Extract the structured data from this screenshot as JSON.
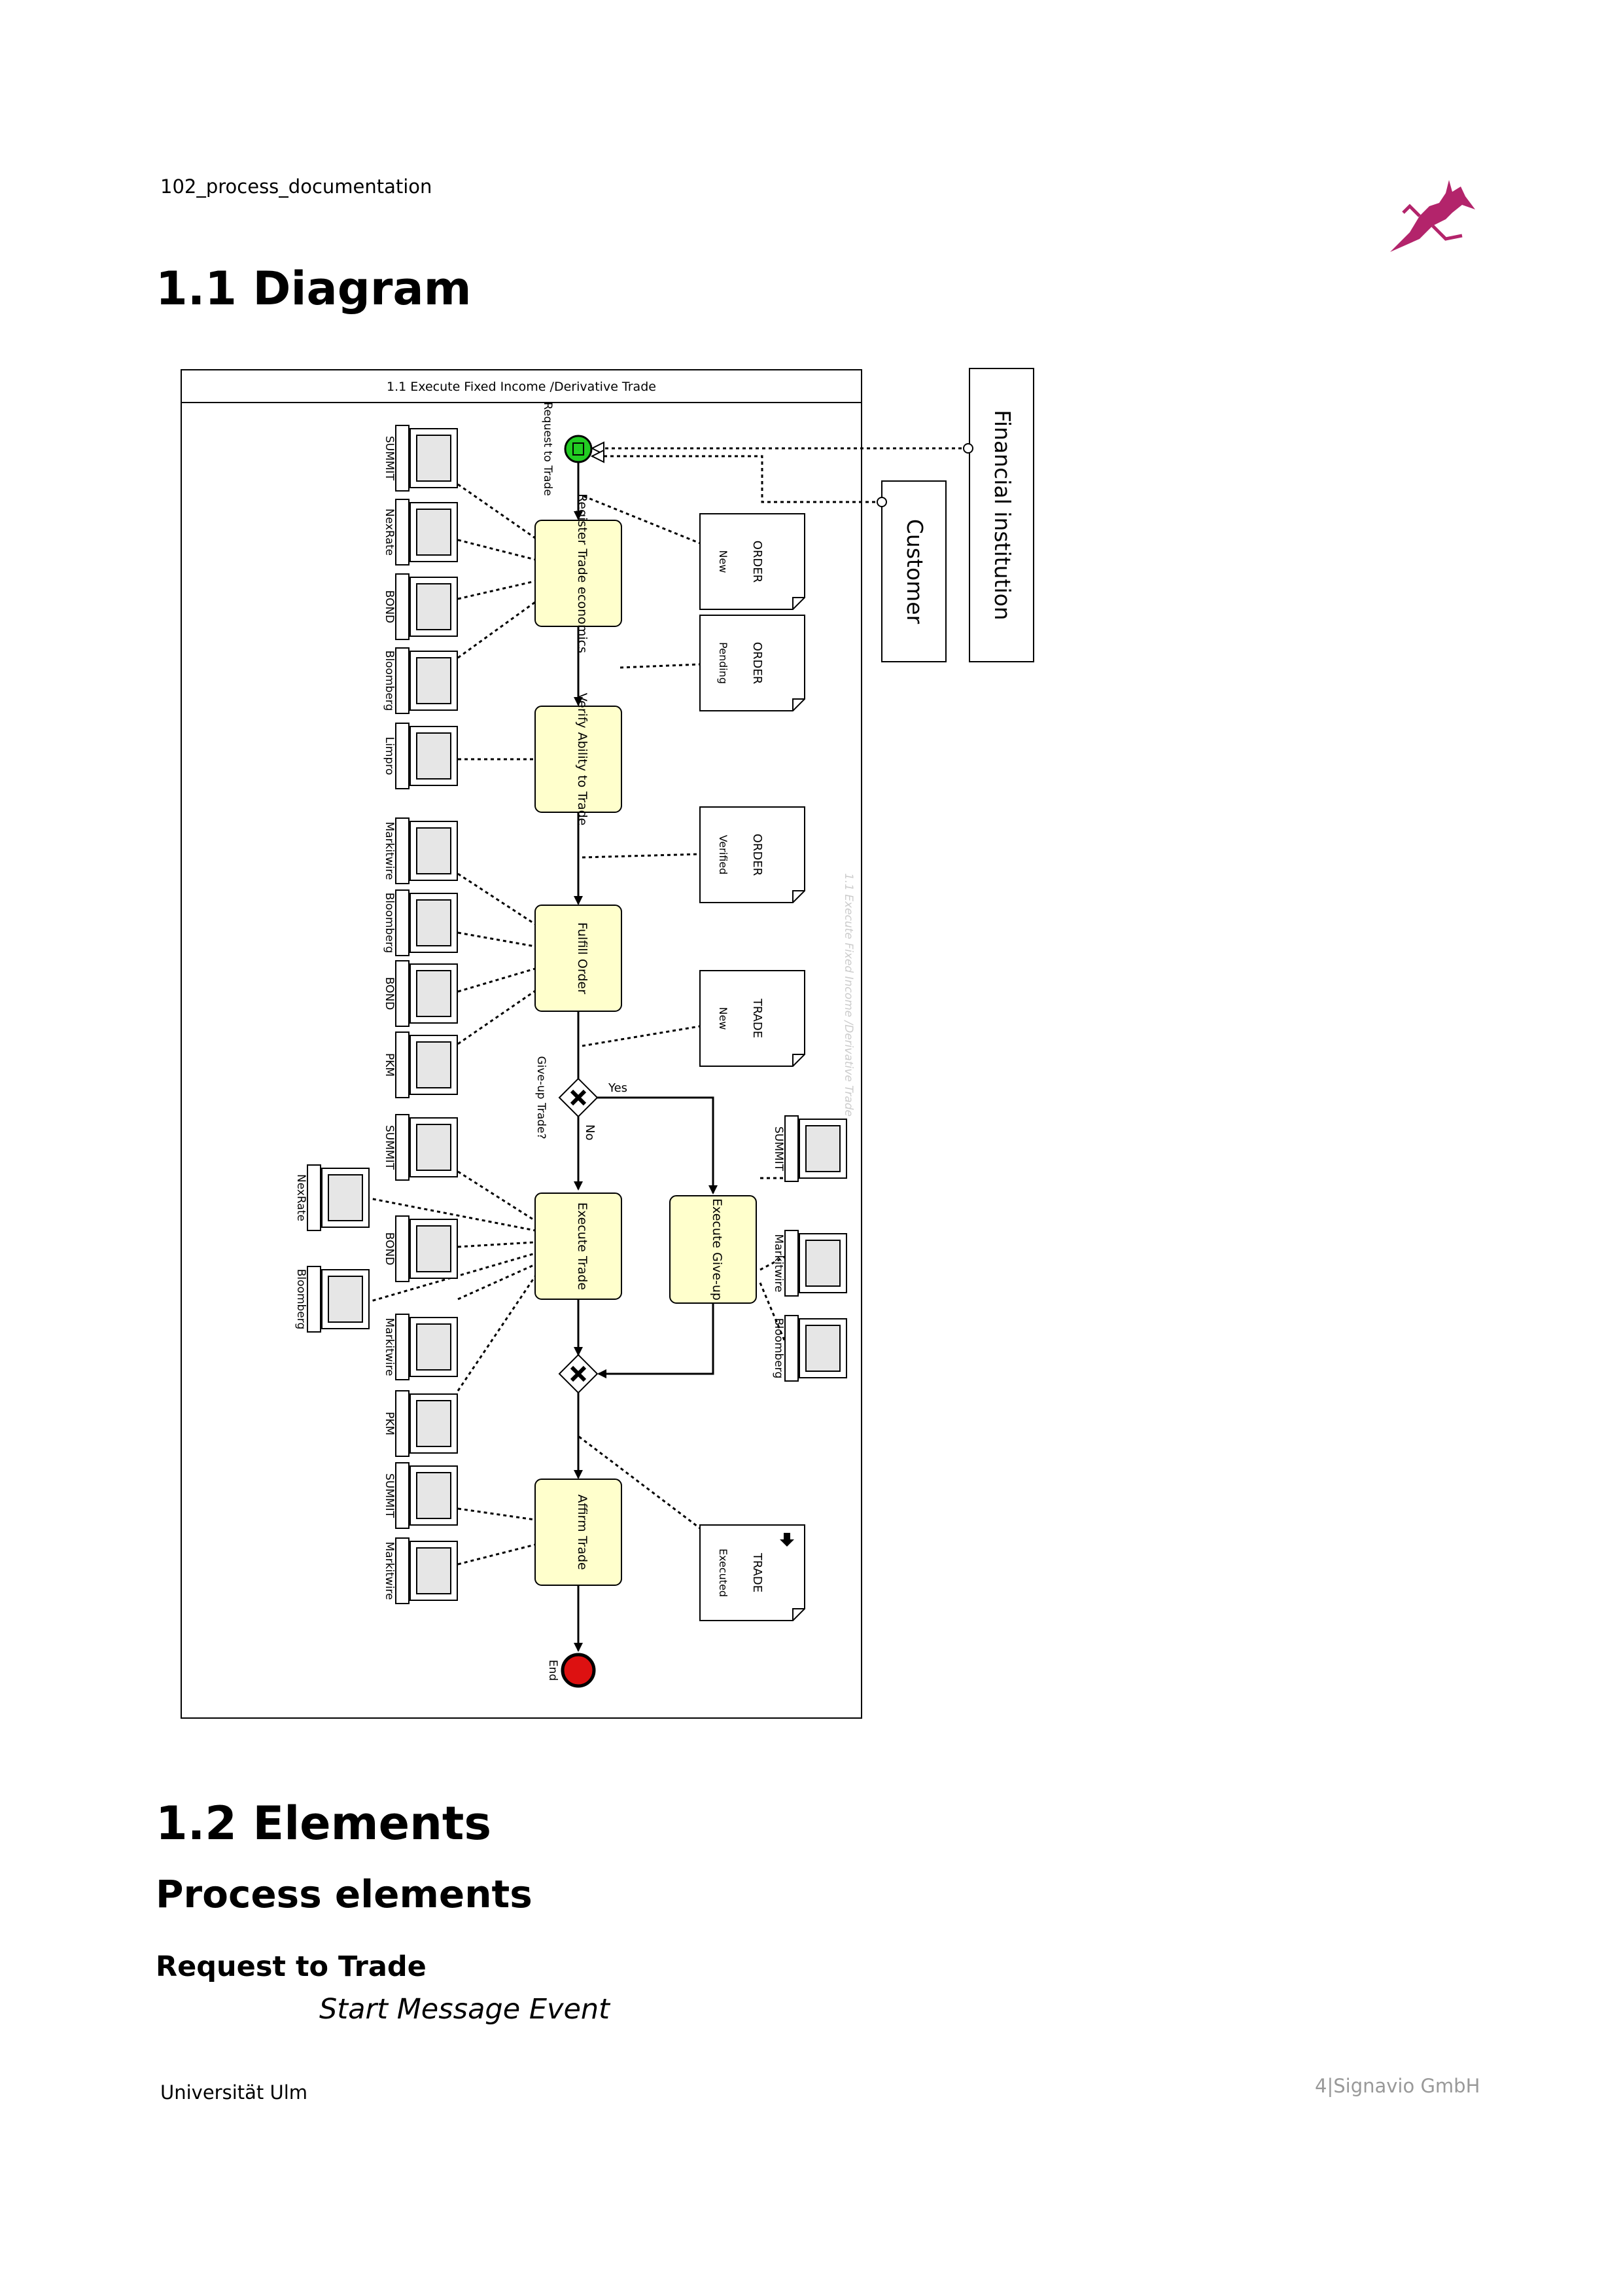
{
  "header": {
    "doc_name": "102_process_documentation"
  },
  "sections": {
    "diagram_heading": "1.1 Diagram",
    "elements_heading": "1.2 Elements",
    "process_elements_heading": "Process elements",
    "element_name": "Request to Trade",
    "element_type": "Start Message Event"
  },
  "footer": {
    "left": "Universität Ulm",
    "page_number": "4",
    "company": "Signavio GmbH"
  },
  "diagram": {
    "pool_title": "1.1 Execute Fixed Income /Derivative Trade",
    "pool_watermark": "1.1 Execute Fixed Income /Derivative Trade",
    "participants": [
      "Financial institution",
      "Customer"
    ],
    "start_event": "Request to Trade",
    "end_event": "End",
    "tasks": {
      "register": "Register Trade economics",
      "verify": "Verify Ability to Trade",
      "fulfill": "Fulfill Order",
      "execute": "Execute Trade",
      "giveup": "Execute Give-up",
      "affirm": "Affirm Trade"
    },
    "gateway_label": "Give-up Trade?",
    "gateway_yes": "Yes",
    "gateway_no": "No",
    "data_objects": [
      {
        "name": "ORDER",
        "state": "New"
      },
      {
        "name": "ORDER",
        "state": "Pending"
      },
      {
        "name": "ORDER",
        "state": "Verified"
      },
      {
        "name": "TRADE",
        "state": "New"
      },
      {
        "name": "TRADE",
        "state": "Executed"
      }
    ],
    "systems": {
      "g1": [
        "SUMMIT",
        "NexRate",
        "BOND",
        "Bloomberg"
      ],
      "g2": [
        "Limpro"
      ],
      "g3": [
        "Markitwire",
        "Bloomberg",
        "BOND",
        "PKM"
      ],
      "g4": [
        "SUMMIT",
        "BOND",
        "Markitwire",
        "PKM"
      ],
      "g4_far": [
        "NexRate",
        "Bloomberg"
      ],
      "g5": [
        "SUMMIT",
        "Markitwire",
        "Bloomberg"
      ],
      "g6": [
        "SUMMIT",
        "Markitwire"
      ]
    }
  },
  "colors": {
    "logo": "#b3246b",
    "task_fill": "#ffffcc",
    "start_event": "#22cc22",
    "end_event": "#dd1111",
    "footer_gray": "#999999"
  }
}
